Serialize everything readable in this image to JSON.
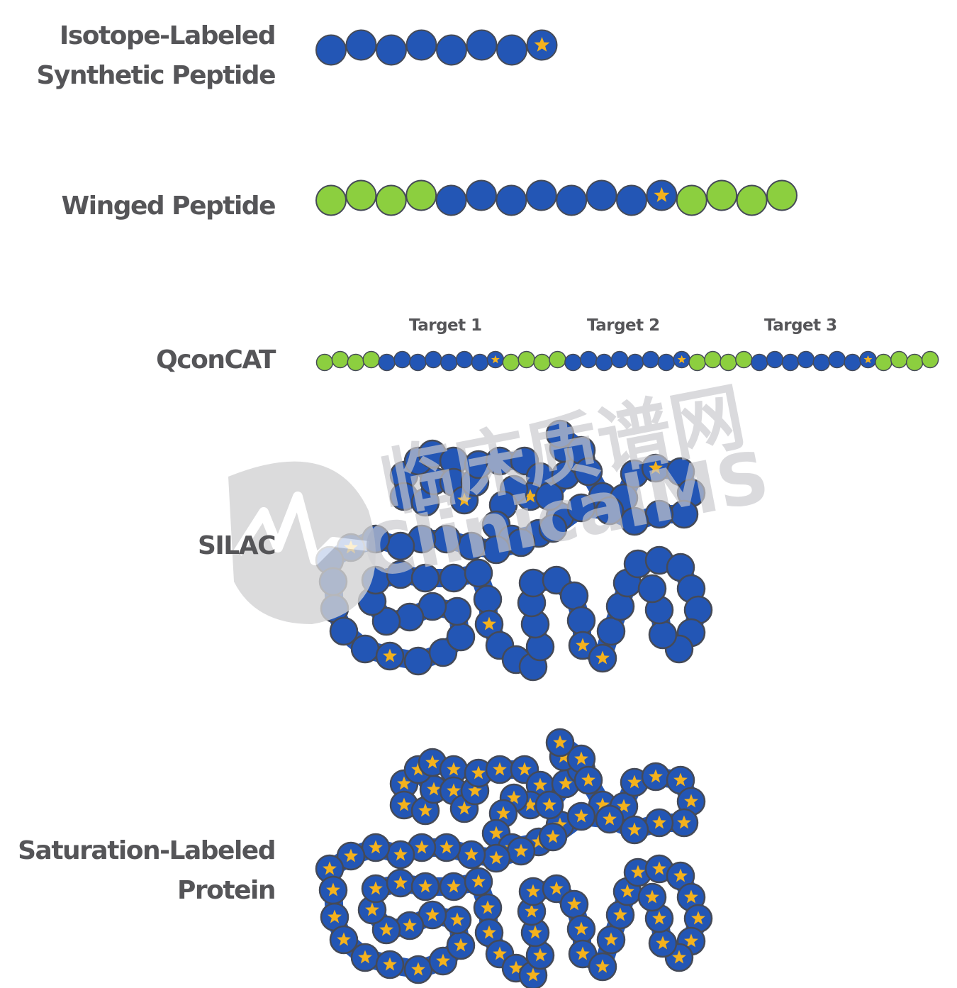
{
  "rows": [
    {
      "id": "isotope-labeled",
      "label_lines": [
        "Isotope-Labeled",
        "Synthetic Peptide"
      ]
    },
    {
      "id": "winged",
      "label_lines": [
        "Winged Peptide"
      ]
    },
    {
      "id": "qconcat",
      "label_lines": [
        "QconCAT"
      ],
      "targets": [
        "Target 1",
        "Target 2",
        "Target 3"
      ]
    },
    {
      "id": "silac",
      "label_lines": [
        "SILAC"
      ]
    },
    {
      "id": "saturation",
      "label_lines": [
        "Saturation-Labeled",
        "Protein"
      ]
    }
  ],
  "chains": {
    "isotope": "BBBBBBBS",
    "winged": "GGGGBBBBBBBSGGGG",
    "qconcat": "GGGGBBBBBBBSGGGGBBBBBBBSGGGGBBBBBBBSGGGG"
  },
  "watermark": {
    "cjk": "临床质谱网",
    "latin": "ClinicalMS"
  },
  "colors": {
    "blue": "#2356b5",
    "green": "#8ccf3f",
    "outline": "#454a57",
    "star": "#f4b21d",
    "label": "#555558",
    "watermark": "#c9c9cc"
  }
}
